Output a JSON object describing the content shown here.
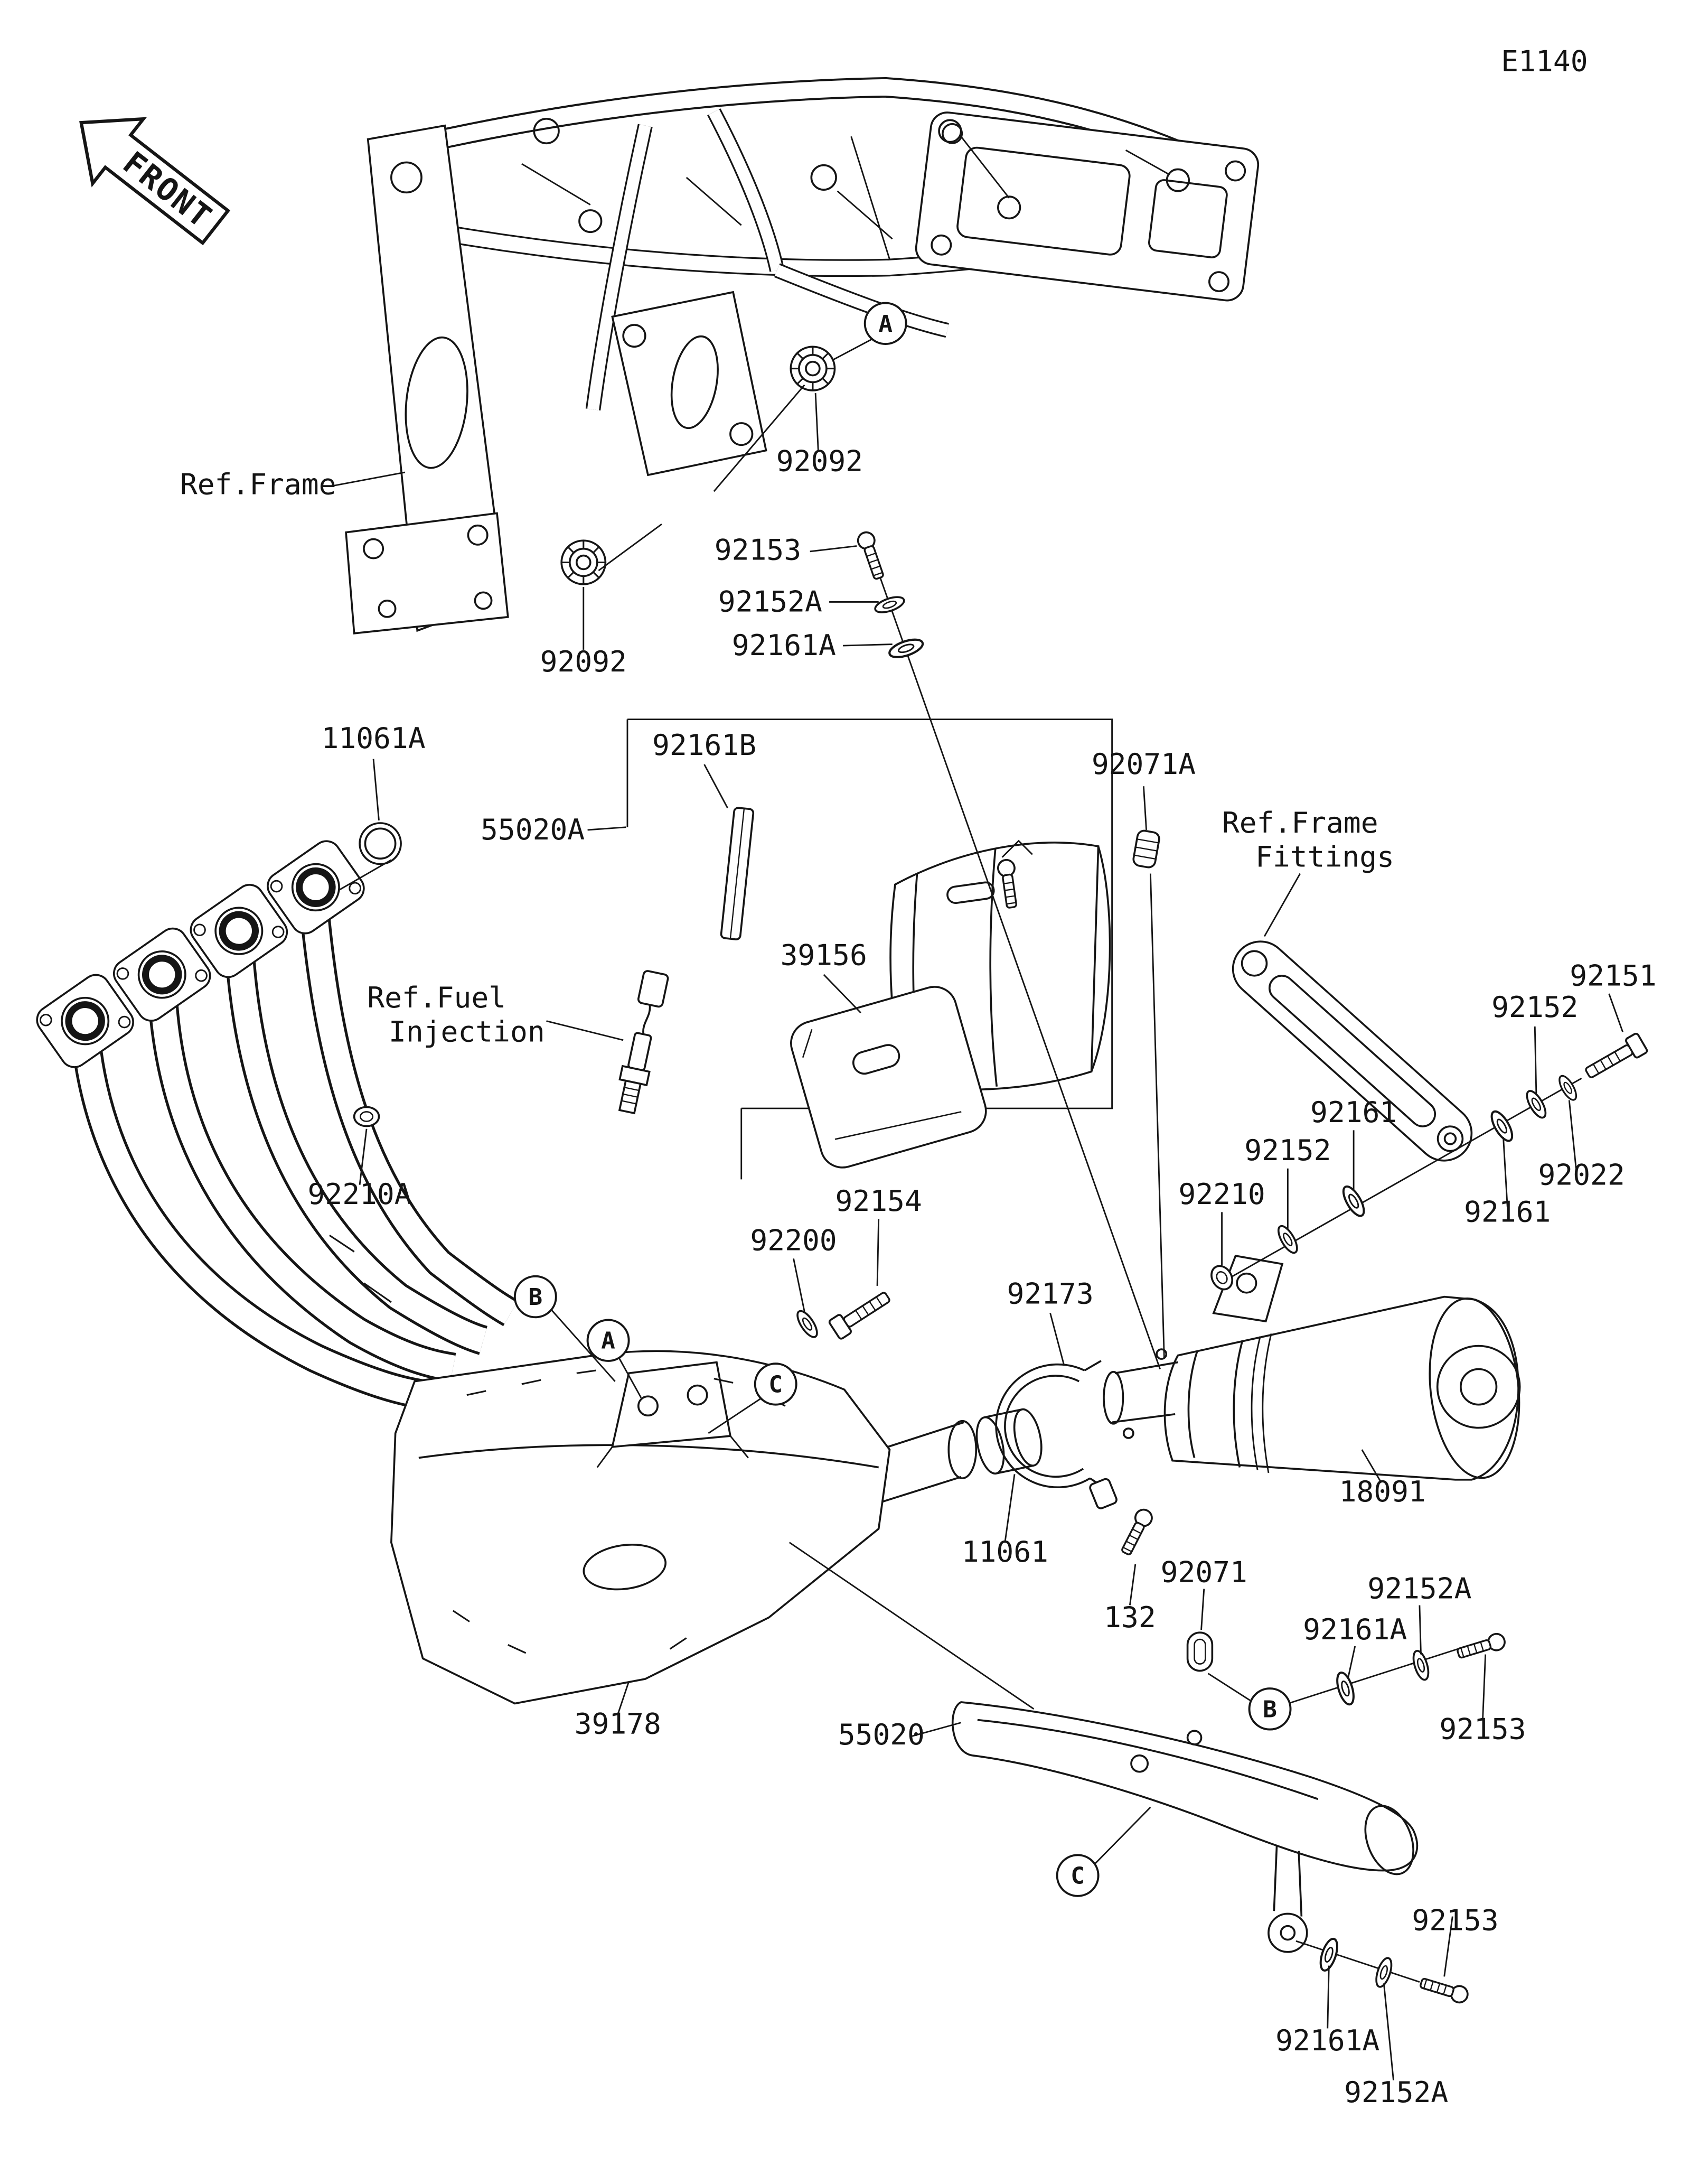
{
  "meta": {
    "diagram_code": "E1140",
    "front_label": "FRONT",
    "line_color": "#151515",
    "background": "#ffffff"
  },
  "references": {
    "frame": "Ref.Frame",
    "frame_fittings_line1": "Ref.Frame",
    "frame_fittings_line2": "Fittings",
    "fuel_line1": "Ref.Fuel",
    "fuel_line2": "Injection"
  },
  "callouts": {
    "a1": "A",
    "a2": "A",
    "b1": "B",
    "b2": "B",
    "c1": "C",
    "c2": "C"
  },
  "parts": {
    "bushing_92092_upper": "92092",
    "bushing_92092_lower": "92092",
    "screw_92153_top": "92153",
    "washer_92152a_top": "92152A",
    "washer_92161a_top": "92161A",
    "oring_11061a": "11061A",
    "strip_92161b": "92161B",
    "shield_55020a": "55020A",
    "grommet_92071a": "92071A",
    "mat_39156": "39156",
    "bolt_92151": "92151",
    "washer_92152_right": "92152",
    "washer_92022": "92022",
    "washer_92161_right": "92161",
    "washer_92161_left": "92161",
    "washer_92152_left": "92152",
    "nut_92210": "92210",
    "nut_92210a": "92210A",
    "bolt_92154": "92154",
    "washer_92200": "92200",
    "clamp_92173": "92173",
    "gasket_11061": "11061",
    "muffler_18091": "18091",
    "screw_132": "132",
    "damper_92071": "92071",
    "washer_92152a_mid": "92152A",
    "washer_92161a_mid": "92161A",
    "screw_92153_mid": "92153",
    "chamber_39178": "39178",
    "shield_55020": "55020",
    "screw_92153_bottom": "92153",
    "washer_92161a_bottom": "92161A",
    "washer_92152a_bottom": "92152A"
  }
}
